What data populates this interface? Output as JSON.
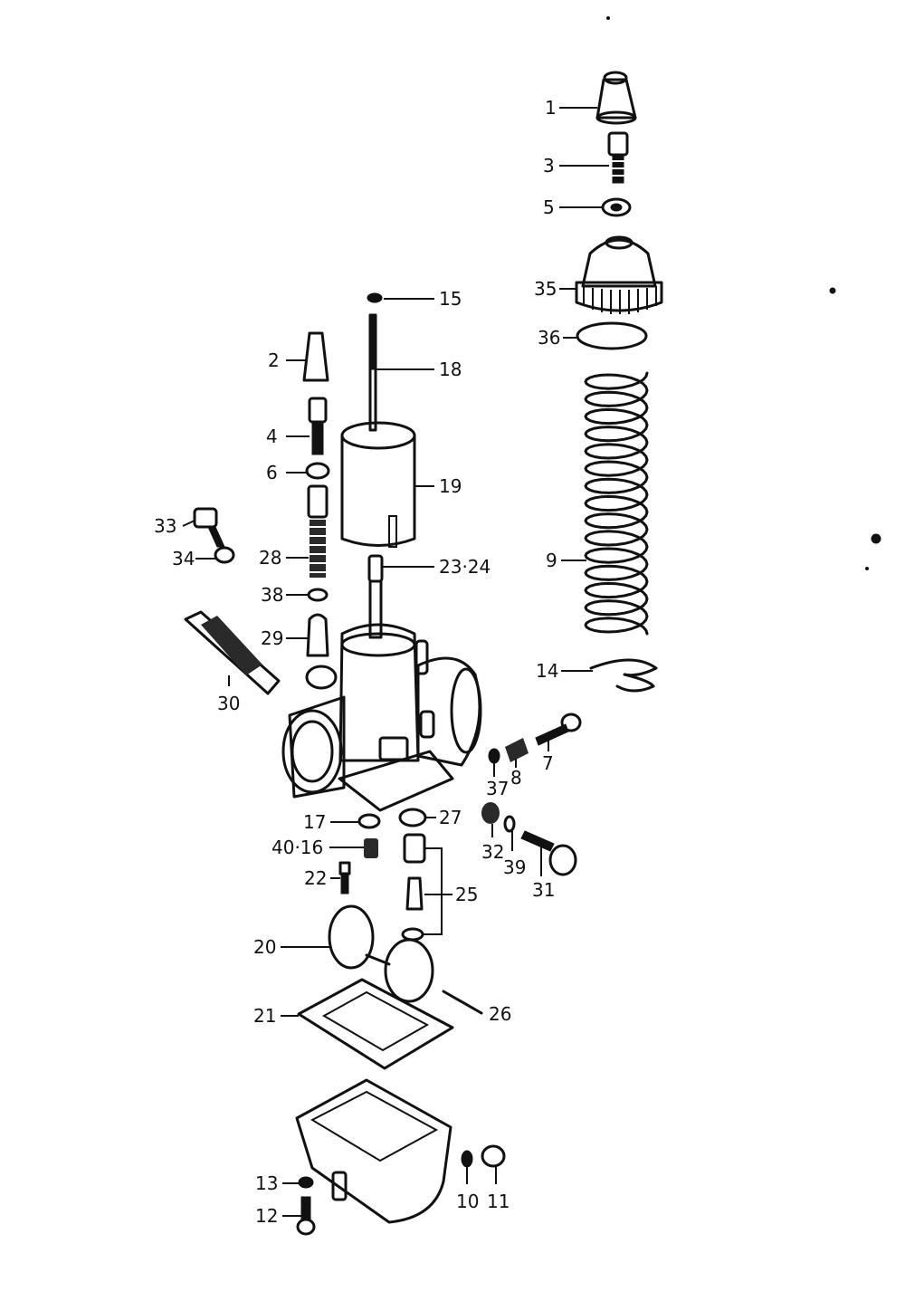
{
  "diagram": {
    "colors": {
      "ink": "#111111",
      "paper": "#ffffff"
    },
    "callouts": [
      {
        "key": "c1",
        "text": "1"
      },
      {
        "key": "c3",
        "text": "3"
      },
      {
        "key": "c5",
        "text": "5"
      },
      {
        "key": "c35",
        "text": "35"
      },
      {
        "key": "c36",
        "text": "36"
      },
      {
        "key": "c9",
        "text": "9"
      },
      {
        "key": "c14",
        "text": "14"
      },
      {
        "key": "c15",
        "text": "15"
      },
      {
        "key": "c18",
        "text": "18"
      },
      {
        "key": "c2",
        "text": "2"
      },
      {
        "key": "c4",
        "text": "4"
      },
      {
        "key": "c6",
        "text": "6"
      },
      {
        "key": "c19",
        "text": "19"
      },
      {
        "key": "c33",
        "text": "33"
      },
      {
        "key": "c34",
        "text": "34"
      },
      {
        "key": "c28",
        "text": "28"
      },
      {
        "key": "c2324",
        "text": "23·24"
      },
      {
        "key": "c38",
        "text": "38"
      },
      {
        "key": "c29",
        "text": "29"
      },
      {
        "key": "c30",
        "text": "30"
      },
      {
        "key": "c7",
        "text": "7"
      },
      {
        "key": "c8",
        "text": "8"
      },
      {
        "key": "c37",
        "text": "37"
      },
      {
        "key": "c17",
        "text": "17"
      },
      {
        "key": "c27",
        "text": "27"
      },
      {
        "key": "c4016",
        "text": "40·16"
      },
      {
        "key": "c32",
        "text": "32"
      },
      {
        "key": "c39",
        "text": "39"
      },
      {
        "key": "c31",
        "text": "31"
      },
      {
        "key": "c22",
        "text": "22"
      },
      {
        "key": "c25",
        "text": "25"
      },
      {
        "key": "c20",
        "text": "20"
      },
      {
        "key": "c21",
        "text": "21"
      },
      {
        "key": "c26",
        "text": "26"
      },
      {
        "key": "c13",
        "text": "13"
      },
      {
        "key": "c10",
        "text": "10"
      },
      {
        "key": "c11",
        "text": "11"
      },
      {
        "key": "c12",
        "text": "12"
      }
    ]
  }
}
